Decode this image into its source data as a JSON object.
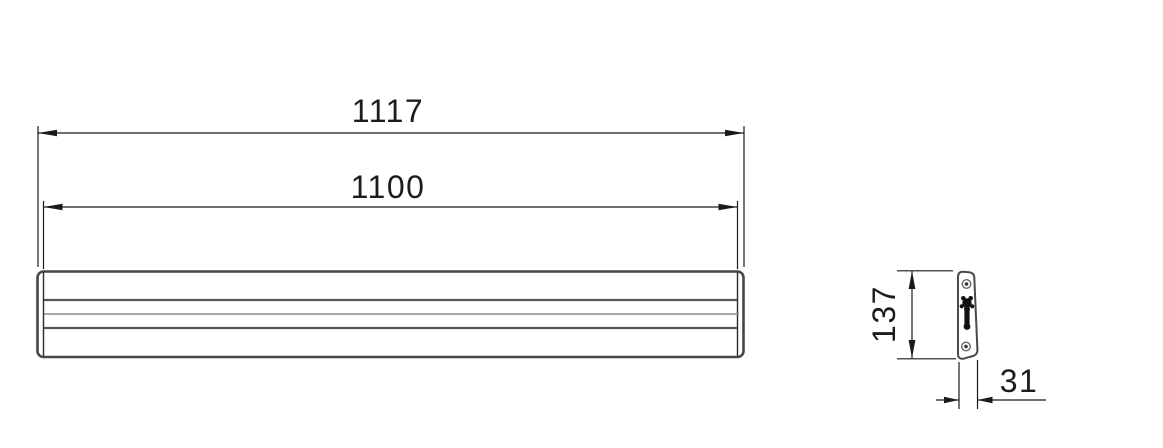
{
  "drawing": {
    "type": "technical-dimension-drawing",
    "views": {
      "front": "linear fixture front elevation",
      "side": "end bracket profile"
    },
    "dimensions": {
      "overall_length": {
        "label": "1117"
      },
      "inner_length": {
        "label": "1100"
      },
      "side_height": {
        "label": "137"
      },
      "side_depth": {
        "label": "31"
      }
    },
    "colors": {
      "background": "#ffffff",
      "dimension_line": "#1a1a1a",
      "body_outline": "#474747",
      "body_inner_line": "#565656",
      "body_light_line": "#8c8c8c",
      "clip_fill": "#111111"
    }
  }
}
